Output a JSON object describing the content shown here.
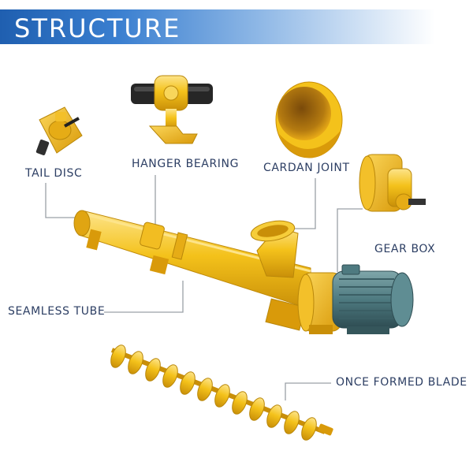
{
  "header": {
    "title": "STRUCTURE"
  },
  "labels": {
    "tail_disc": "TAIL DISC",
    "hanger_bearing": "HANGER BEARING",
    "cardan_joint": "CARDAN JOINT",
    "gear_box": "GEAR BOX",
    "seamless_tube": "SEAMLESS TUBE",
    "once_formed_blade": "ONCE FORMED BLADE"
  },
  "colors": {
    "banner": "#2a6cc0",
    "machine_yellow": "#f4c21b",
    "motor_teal": "#4e7a80",
    "label_text": "#2c3e63",
    "leader_line": "#9aa0a6"
  },
  "icons": [
    "tail-disc",
    "hanger-bearing",
    "cardan-joint",
    "gear-box",
    "screw-conveyor",
    "electric-motor",
    "screw-blade"
  ]
}
